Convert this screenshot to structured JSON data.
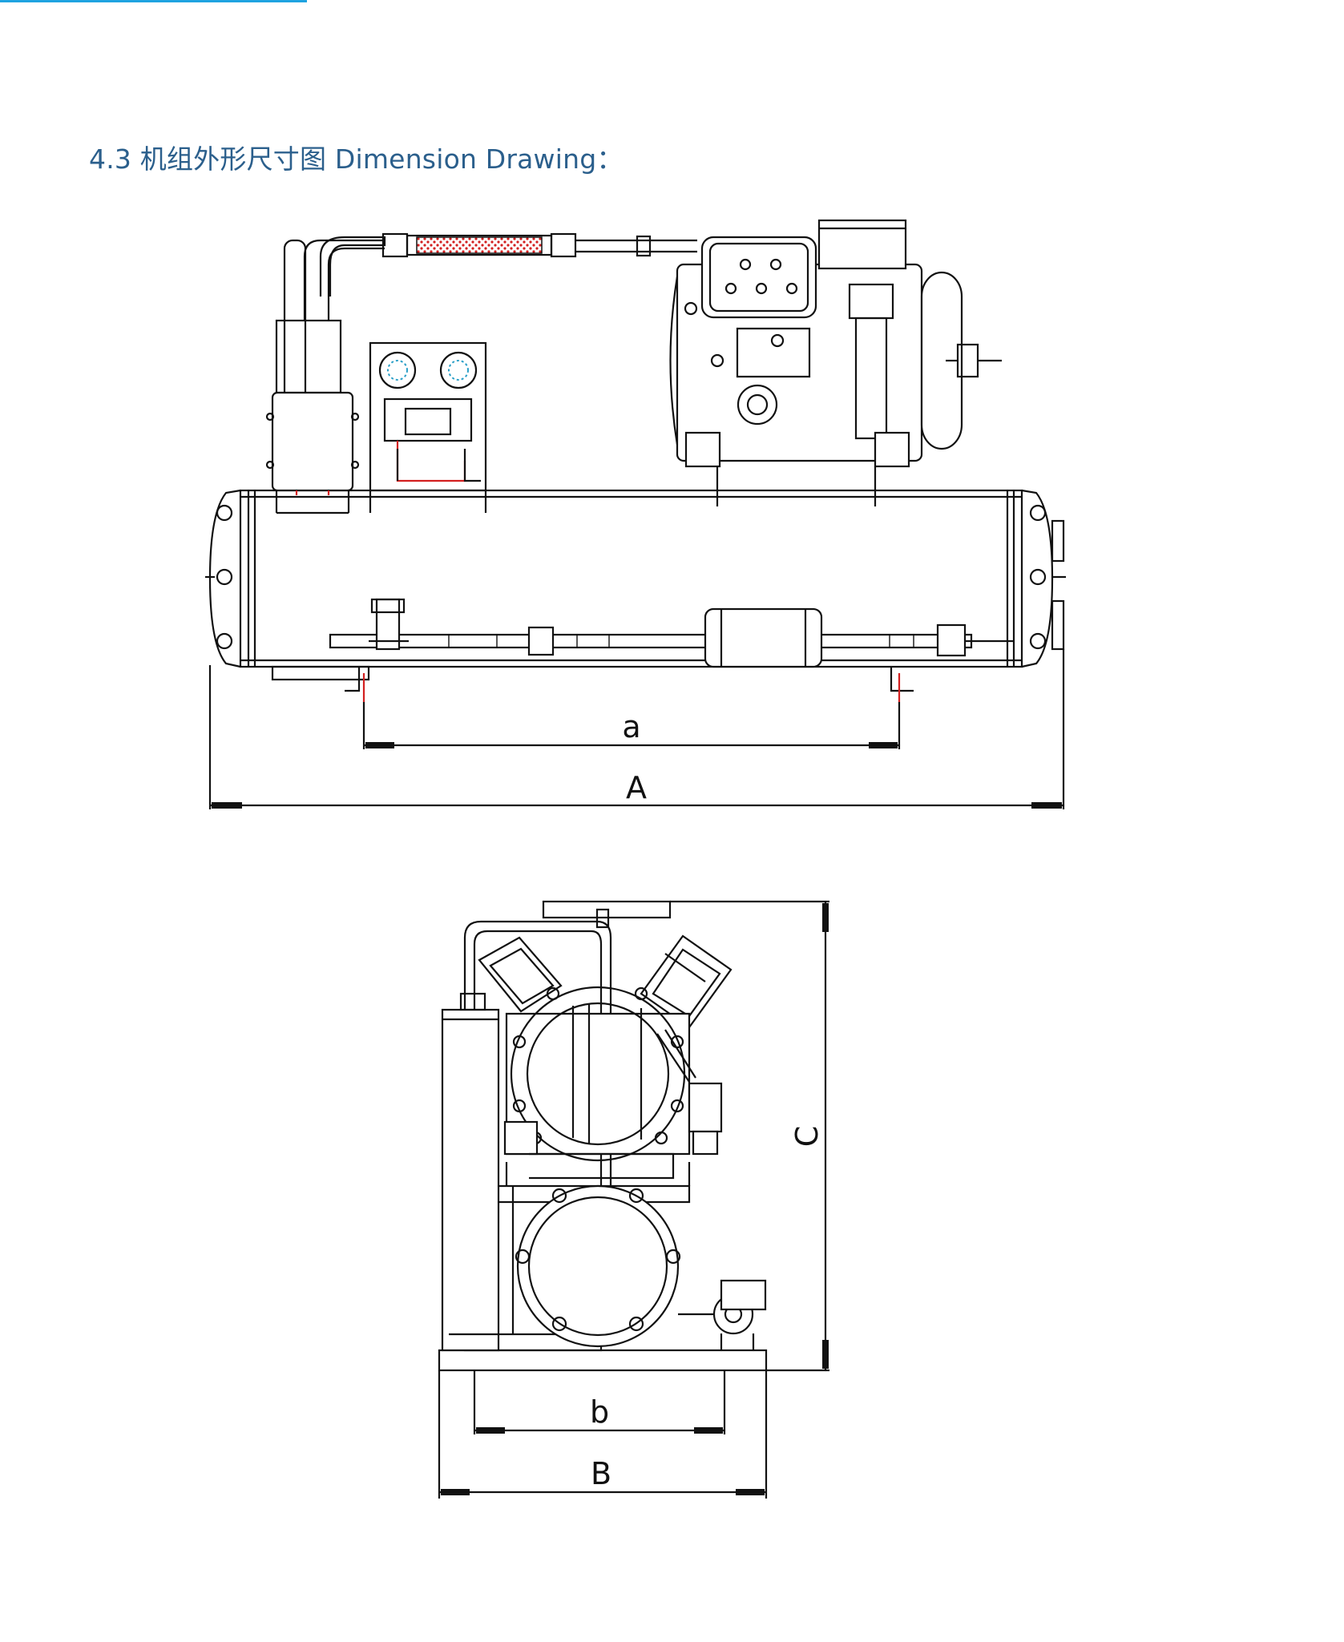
{
  "heading": "4.3 机组外形尺寸图 Dimension Drawing：",
  "dimensions": {
    "a": "a",
    "A": "A",
    "b": "b",
    "B": "B",
    "C": "C"
  },
  "colors": {
    "heading": "#2b5f8c",
    "top_rule": "#1fa3e0",
    "accent_red": "#d32020"
  }
}
